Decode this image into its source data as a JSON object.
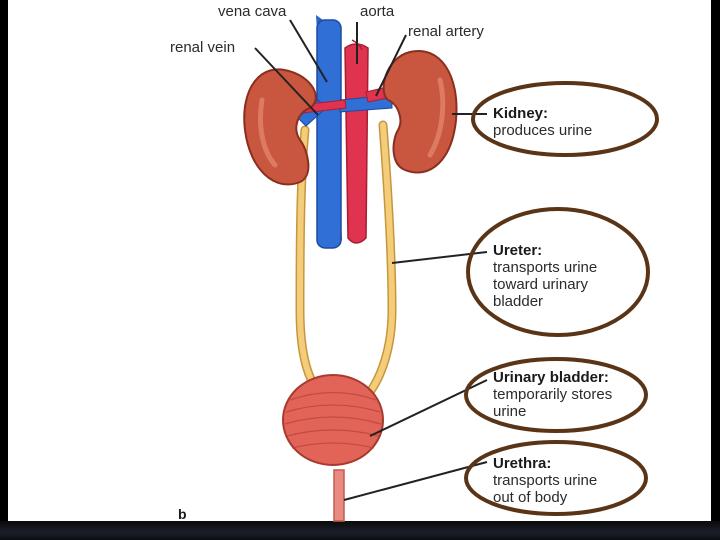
{
  "labels": {
    "vena_cava": "vena cava",
    "aorta": "aorta",
    "renal_vein": "renal vein",
    "renal_artery": "renal artery",
    "panel_letter": "b"
  },
  "callouts": {
    "kidney": {
      "title": "Kidney:",
      "lines": [
        "produces urine"
      ]
    },
    "ureter": {
      "title": "Ureter:",
      "lines": [
        "transports urine",
        "toward urinary",
        "bladder"
      ]
    },
    "bladder": {
      "title": "Urinary bladder:",
      "lines": [
        "temporarily stores",
        "urine"
      ]
    },
    "urethra": {
      "title": "Urethra:",
      "lines": [
        "transports urine",
        "out of body"
      ]
    }
  },
  "colors": {
    "kidney": "#c9563f",
    "vein": "#2f6fd6",
    "artery": "#e0334f",
    "ureter": "#f2c46a",
    "bladder": "#e26458",
    "ellipse": "#5a3417"
  }
}
